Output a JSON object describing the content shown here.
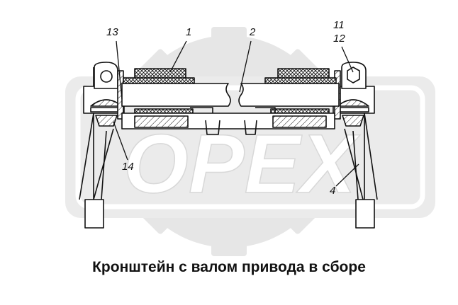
{
  "watermark": {
    "text": "ОРЕХ",
    "icon": "gear-icon",
    "color": "#e2e2e2"
  },
  "callouts": {
    "c13": "13",
    "c1": "1",
    "c2": "2",
    "c11": "11",
    "c12": "12",
    "c14": "14",
    "c4": "4"
  },
  "caption": "Кронштейн с валом привода в сборе",
  "colors": {
    "line": "#111111",
    "watermark": "#e2e2e2",
    "background": "#ffffff"
  }
}
